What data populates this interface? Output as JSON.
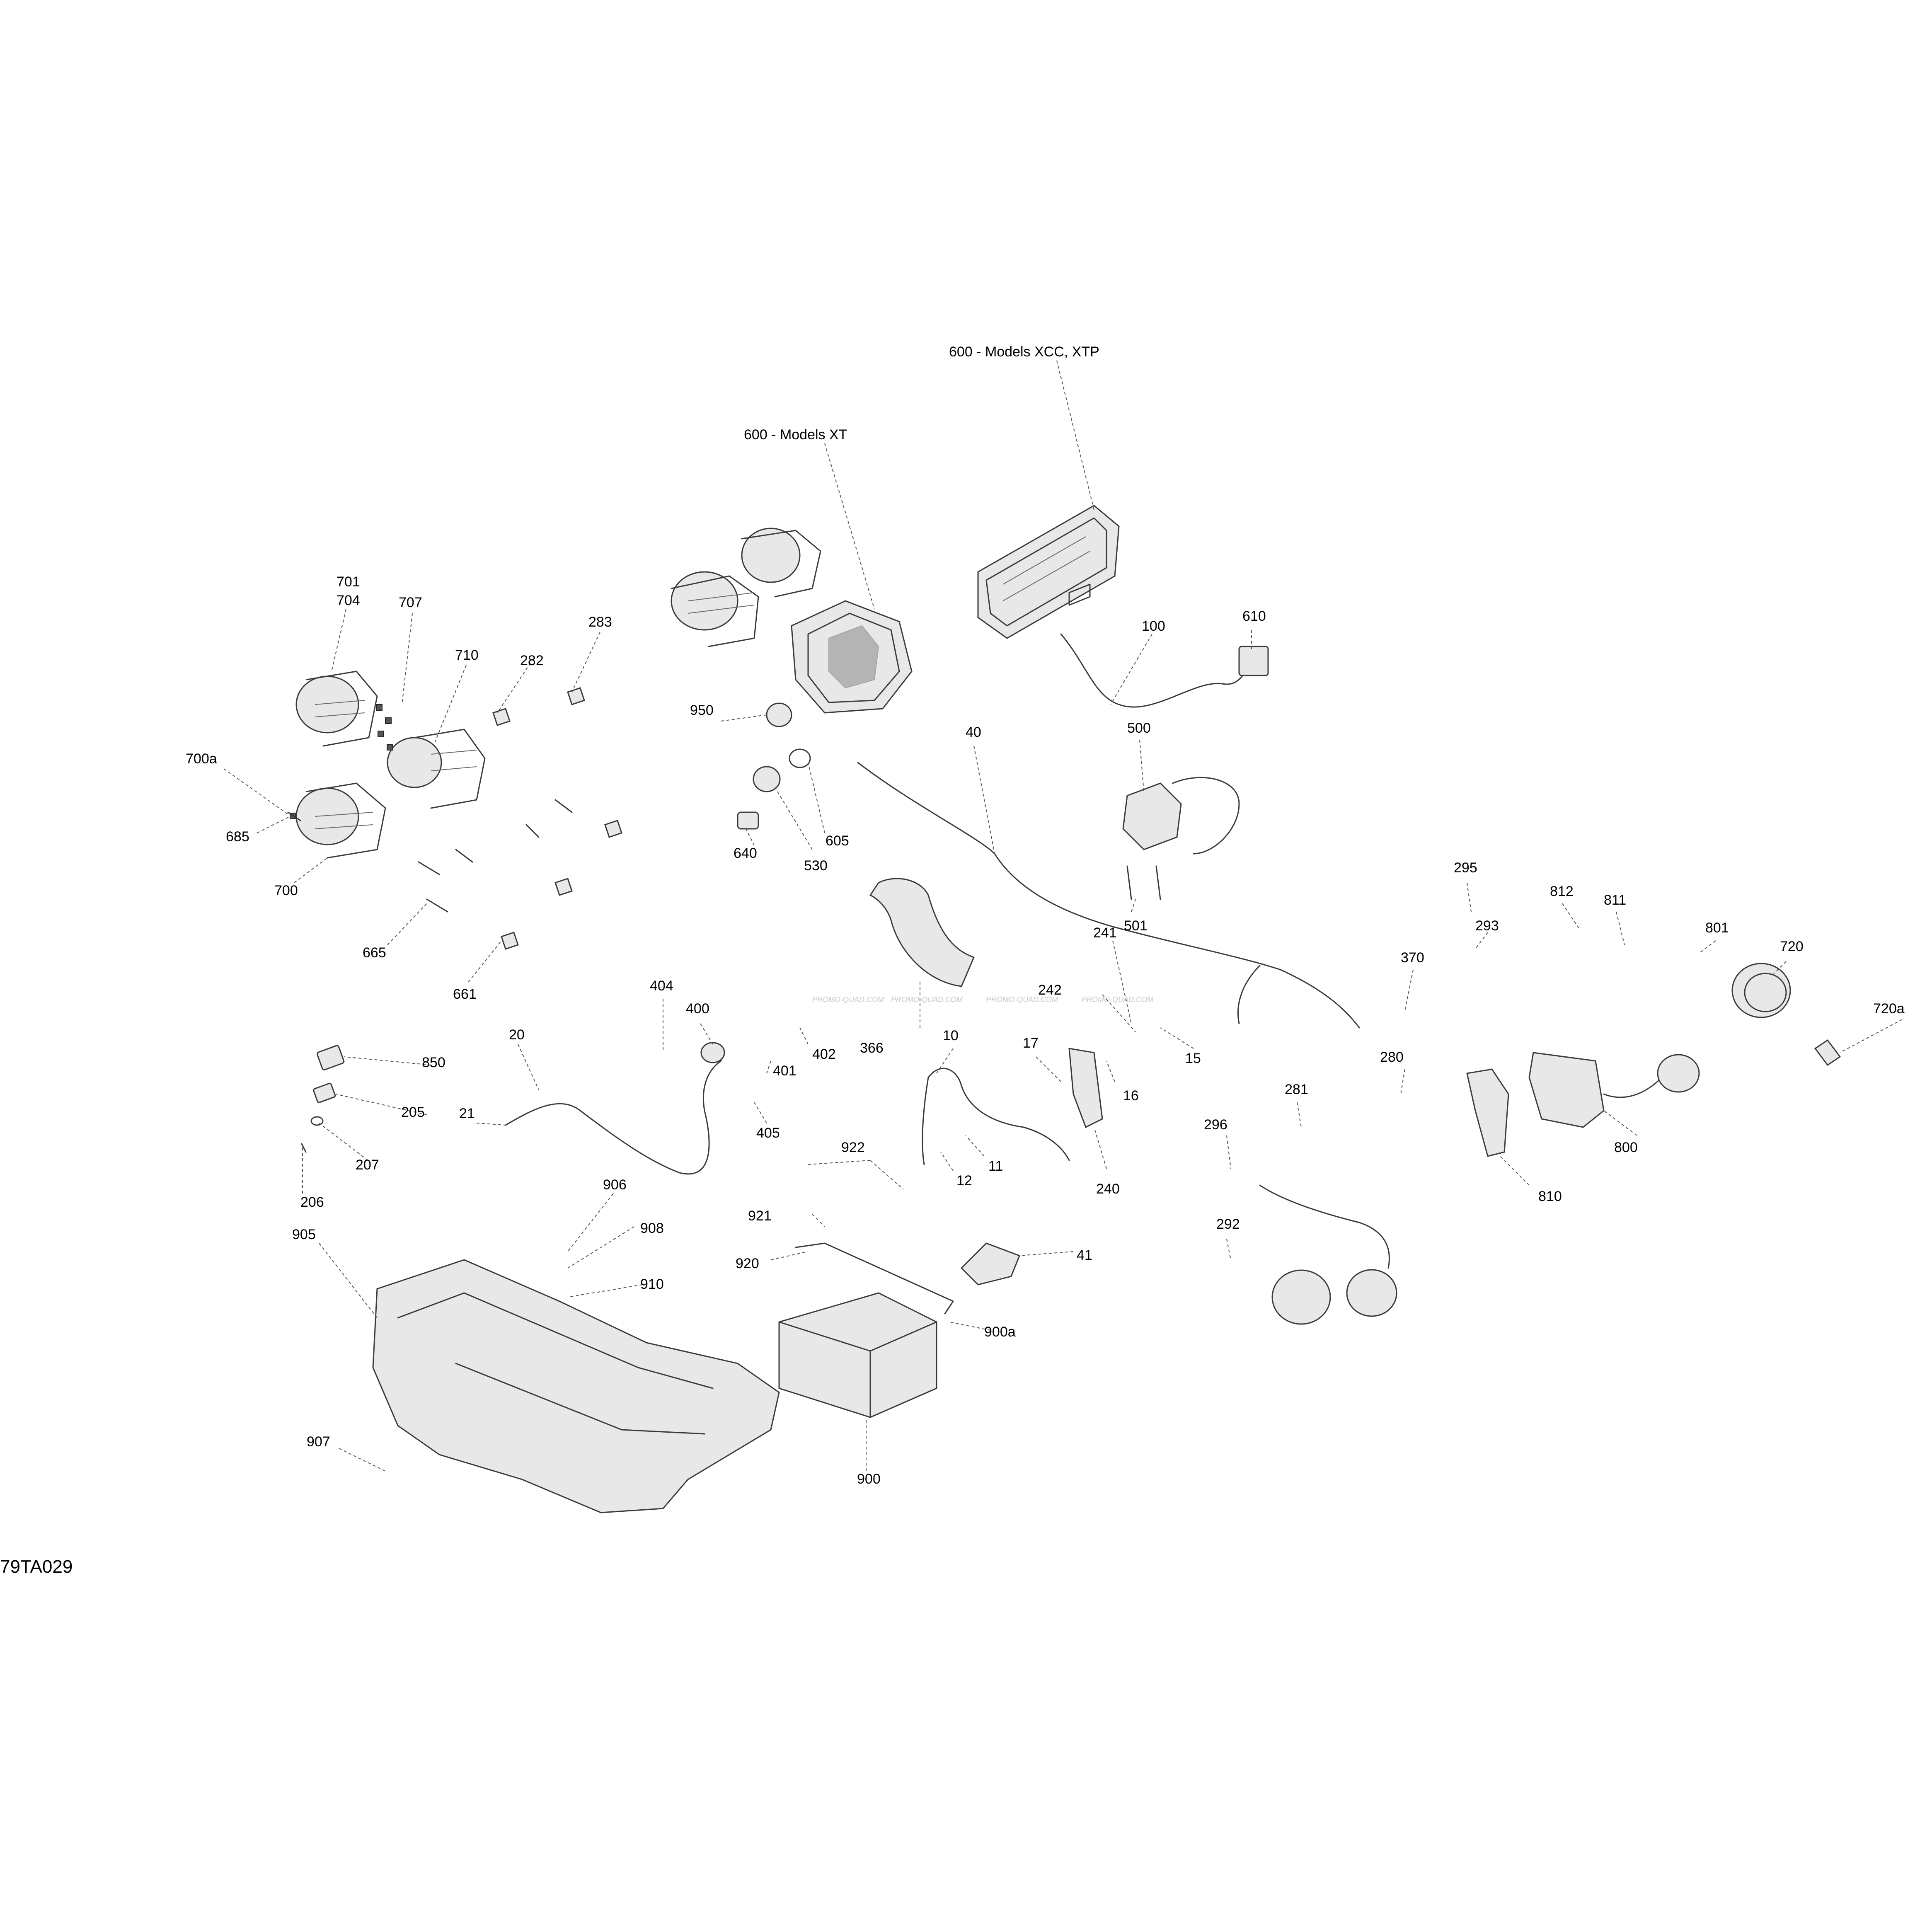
{
  "reference_code": "79TA029",
  "watermark": "PROMO-QUAD.COM",
  "labels": {
    "l600xcc": "600 - Models XCC, XTP",
    "l600xt": "600 - Models XT",
    "l701": "701",
    "l704": "704",
    "l707": "707",
    "l710": "710",
    "l282": "282",
    "l283": "283",
    "l700a": "700a",
    "l685": "685",
    "l700": "700",
    "l665": "665",
    "l661": "661",
    "l950": "950",
    "l530": "530",
    "l605": "605",
    "l640": "640",
    "l100": "100",
    "l610": "610",
    "l40": "40",
    "l500": "500",
    "l501": "501",
    "l295": "295",
    "l293": "293",
    "l370": "370",
    "l812": "812",
    "l811": "811",
    "l801": "801",
    "l720": "720",
    "l720a": "720a",
    "l366": "366",
    "l241": "241",
    "l242": "242",
    "l15": "15",
    "l16": "16",
    "l17": "17",
    "l240": "240",
    "l10": "10",
    "l11": "11",
    "l12": "12",
    "l922": "922",
    "l404": "404",
    "l400": "400",
    "l401": "401",
    "l402": "402",
    "l405": "405",
    "l20": "20",
    "l21": "21",
    "l850": "850",
    "l205": "205",
    "l207": "207",
    "l206": "206",
    "l280": "280",
    "l281": "281",
    "l296": "296",
    "l292": "292",
    "l800": "800",
    "l810": "810",
    "l906": "906",
    "l908": "908",
    "l910": "910",
    "l905": "905",
    "l907": "907",
    "l921": "921",
    "l920": "920",
    "l41": "41",
    "l900a": "900a",
    "l900": "900"
  }
}
